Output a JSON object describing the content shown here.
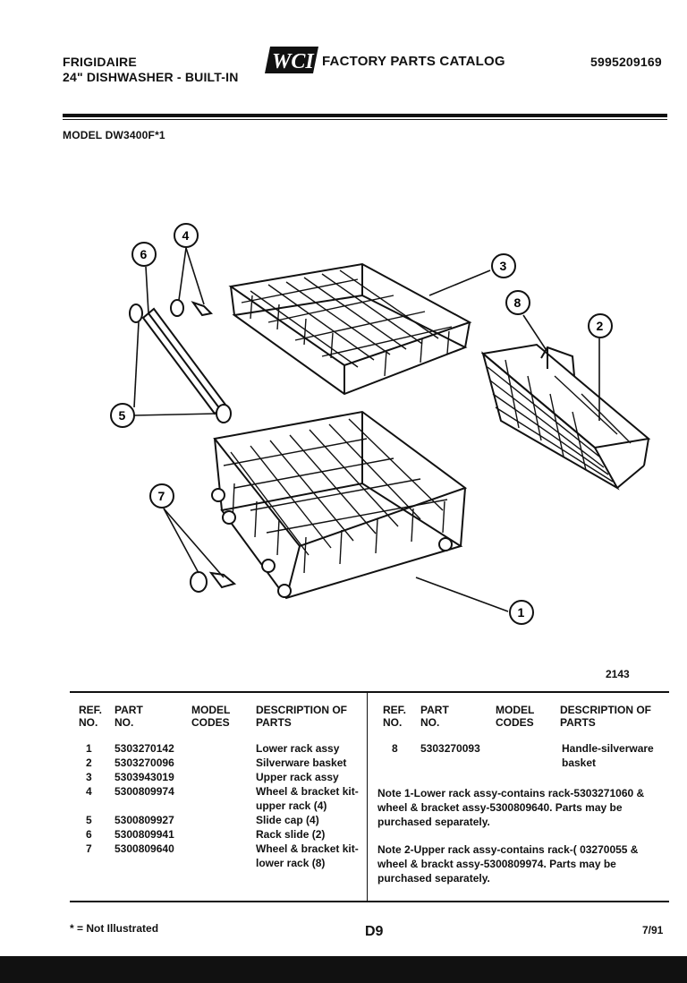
{
  "header": {
    "brand": "FRIGIDAIRE",
    "product": "24\" DISHWASHER - BUILT-IN",
    "logo_text": "WCI",
    "catalog_title": "FACTORY PARTS CATALOG",
    "catalog_number": "5995209169",
    "model_label": "MODEL DW3400F*1"
  },
  "diagram": {
    "figure_number": "2143",
    "callouts": [
      "1",
      "2",
      "3",
      "4",
      "5",
      "6",
      "7",
      "8"
    ]
  },
  "table": {
    "columns_left": [
      "REF. NO.",
      "PART NO.",
      "MODEL CODES",
      "DESCRIPTION OF PARTS"
    ],
    "columns_right": [
      "REF. NO.",
      "PART NO.",
      "MODEL CODES",
      "DESCRIPTION OF PARTS"
    ],
    "left_rows": [
      {
        "ref": "1",
        "part": "5303270142",
        "desc": "Lower rack assy"
      },
      {
        "ref": "2",
        "part": "5303270096",
        "desc": "Silverware basket"
      },
      {
        "ref": "3",
        "part": "5303943019",
        "desc": "Upper rack assy"
      },
      {
        "ref": "4",
        "part": "5300809974",
        "desc": "Wheel & bracket kit-",
        "desc2": "upper rack (4)"
      },
      {
        "ref": "5",
        "part": "5300809927",
        "desc": "Slide cap (4)"
      },
      {
        "ref": "6",
        "part": "5300809941",
        "desc": "Rack slide (2)"
      },
      {
        "ref": "7",
        "part": "5300809640",
        "desc": "Wheel & bracket kit-",
        "desc2": "lower rack (8)"
      }
    ],
    "right_rows": [
      {
        "ref": "8",
        "part": "5303270093",
        "desc": "Handle-silverware",
        "desc2": "basket"
      }
    ],
    "note1": [
      "Note 1-Lower rack assy-contains rack-5303271060 &",
      "wheel & bracket assy-5300809640. Parts may be",
      "purchased separately."
    ],
    "note2": [
      "Note 2-Upper rack assy-contains rack-( 03270055 &",
      "wheel & brackt assy-5300809974. Parts may be",
      "purchased separately."
    ]
  },
  "footer": {
    "legend": "* = Not Illustrated",
    "page_code": "D9",
    "date": "7/91"
  }
}
